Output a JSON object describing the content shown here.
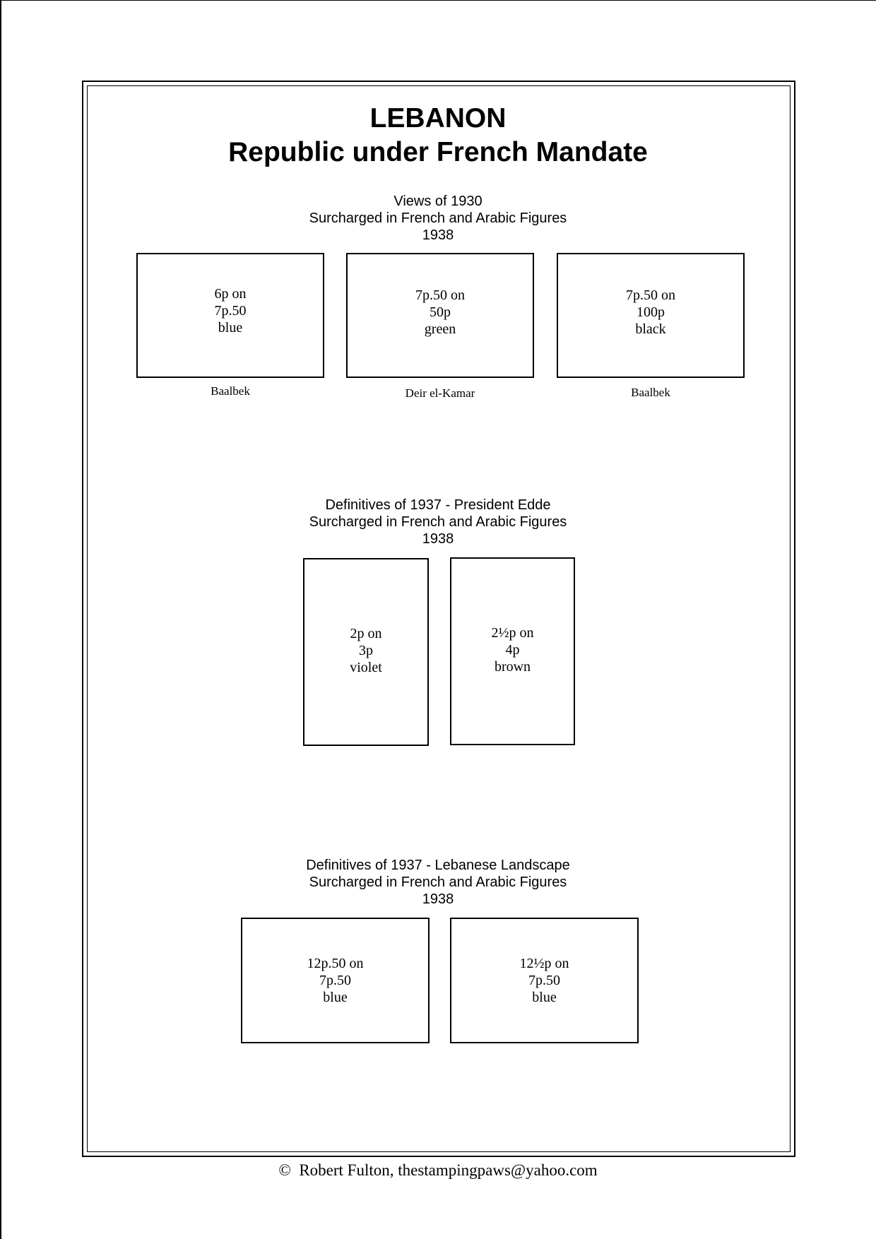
{
  "header": {
    "title": "LEBANON",
    "subtitle": "Republic under French Mandate"
  },
  "sections": [
    {
      "heading": "Views of 1930",
      "subheading": "Surcharged in French and Arabic Figures",
      "year": "1938",
      "stamps": [
        {
          "line1": "6p on",
          "line2": "7p.50",
          "line3": "blue",
          "caption": "Baalbek"
        },
        {
          "line1": "7p.50 on",
          "line2": "50p",
          "line3": "green",
          "caption": "Deir el-Kamar"
        },
        {
          "line1": "7p.50 on",
          "line2": "100p",
          "line3": "black",
          "caption": "Baalbek"
        }
      ]
    },
    {
      "heading": "Definitives of 1937 - President Edde",
      "subheading": "Surcharged in French and Arabic Figures",
      "year": "1938",
      "stamps": [
        {
          "line1": "2p on",
          "line2": "3p",
          "line3": "violet"
        },
        {
          "line1": "2½p on",
          "line2": "4p",
          "line3": "brown"
        }
      ]
    },
    {
      "heading": "Definitives of 1937 - Lebanese Landscape",
      "subheading": "Surcharged in French and Arabic Figures",
      "year": "1938",
      "stamps": [
        {
          "line1": "12p.50 on",
          "line2": "7p.50",
          "line3": "blue"
        },
        {
          "line1": "12½p on",
          "line2": "7p.50",
          "line3": "blue"
        }
      ]
    }
  ],
  "footer": {
    "copyright_symbol": "©",
    "text": "Robert Fulton, thestampingpaws@yahoo.com"
  }
}
